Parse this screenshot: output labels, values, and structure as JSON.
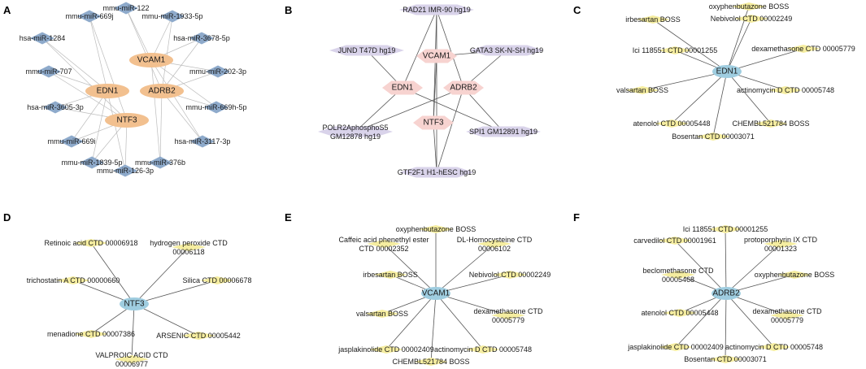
{
  "colors": {
    "mirna_node": "#8eaacb",
    "gene_node_a": "#f2c08f",
    "gene_node_b": "#f7d3d0",
    "tf_node": "#d9d3ea",
    "drug_node": "#f5eda0",
    "hub_node": "#9fcde0",
    "edge": "#555555"
  },
  "panels": [
    {
      "letter": "A",
      "genes": [
        "VCAM1",
        "EDN1",
        "ADRB2",
        "NTF3"
      ],
      "mirnas": [
        "mmu-miR-122",
        "mmu-miR-669j",
        "mmu-miR-1933-5p",
        "hsa-miR-1284",
        "hsa-miR-3678-5p",
        "mmu-miR-707",
        "mmu-miR-202-3p",
        "hsa-miR-3605-3p",
        "mmu-miR-669h-5p",
        "mmu-miR-669i",
        "hsa-miR-3117-3p",
        "mmu-miR-1839-5p",
        "mmu-miR-376b",
        "mmu-miR-126-3p"
      ]
    },
    {
      "letter": "B",
      "genes": [
        "VCAM1",
        "EDN1",
        "ADRB2",
        "NTF3"
      ],
      "tfs": [
        "RAD21 IMR-90 hg19",
        "JUND T47D hg19",
        "GATA3 SK-N-SH hg19",
        "POLR2AphosphoS5 GM12878 hg19",
        "SPI1 GM12891 hg19",
        "GTF2F1 H1-hESC hg19"
      ]
    },
    {
      "letter": "C",
      "hub": "EDN1",
      "drugs": [
        "oxyphenbutazone BOSS",
        "irbesartan BOSS",
        "Nebivolol CTD 00002249",
        "Ici 118551 CTD 00001255",
        "dexamethasone CTD 00005779",
        "valsartan BOSS",
        "actinomycin D CTD 00005748",
        "atenolol CTD 00005448",
        "CHEMBL521784 BOSS",
        "Bosentan CTD 00003071"
      ]
    },
    {
      "letter": "D",
      "hub": "NTF3",
      "drugs": [
        "Retinoic acid CTD 00006918",
        "hydrogen peroxide CTD 00006118",
        "trichostatin A CTD 00000660",
        "Silica CTD 00006678",
        "menadione CTD 00007386",
        "ARSENIC CTD 00005442",
        "VALPROIC ACID CTD 00006977"
      ]
    },
    {
      "letter": "E",
      "hub": "VCAM1",
      "drugs": [
        "oxyphenbutazone BOSS",
        "Caffeic acid phenethyl ester CTD 00002352",
        "DL-Homocysteine CTD 00006102",
        "irbesartan BOSS",
        "Nebivolol CTD 00002249",
        "valsartan BOSS",
        "dexamethasone CTD 00005779",
        "jasplakinolide CTD 00002409",
        "actinomycin D CTD 00005748",
        "CHEMBL521784 BOSS"
      ]
    },
    {
      "letter": "F",
      "hub": "ADRB2",
      "drugs": [
        "Ici 118551 CTD 00001255",
        "carvedilol CTD 00001961",
        "protoporphyrin IX CTD 00001323",
        "beclomethasone CTD 00005468",
        "oxyphenbutazone BOSS",
        "atenolol CTD 00005448",
        "dexamethasone CTD 00005779",
        "jasplakinolide CTD 00002409",
        "actinomycin D CTD 00005748",
        "Bosentan CTD 00003071"
      ]
    }
  ]
}
